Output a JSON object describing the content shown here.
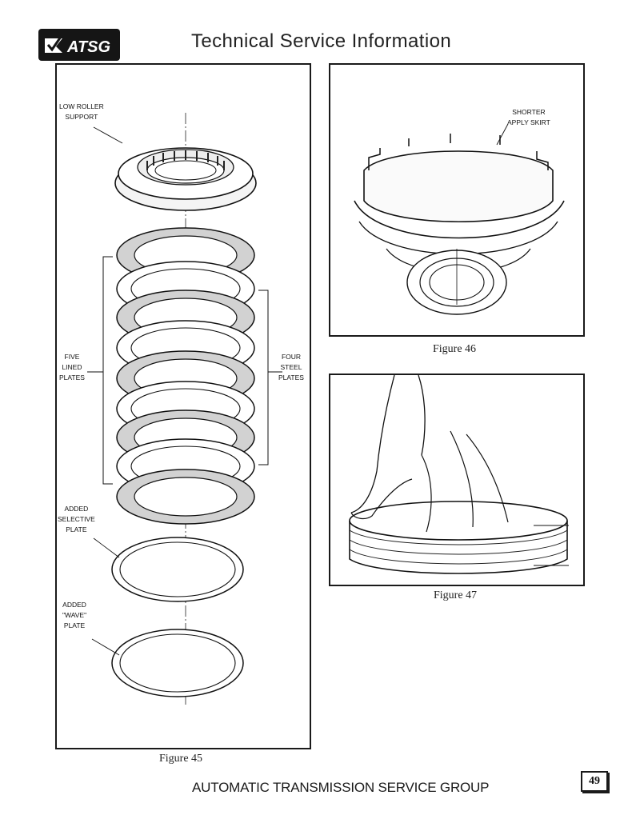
{
  "header": {
    "logo_text": "ATSG",
    "title": "Technical Service Information"
  },
  "figure45": {
    "caption": "Figure 45",
    "labels": {
      "low_roller_support": "LOW ROLLER\nSUPPORT",
      "five_lined_plates": "FIVE\nLINED\nPLATES",
      "four_steel_plates": "FOUR\nSTEEL\nPLATES",
      "added_selective_plate": "ADDED\nSELECTIVE\nPLATE",
      "added_wave_plate": "ADDED\n\"WAVE\"\nPLATE"
    }
  },
  "figure46": {
    "caption": "Figure 46",
    "labels": {
      "shorter_apply_skirt": "SHORTER\nAPPLY SKIRT"
    }
  },
  "figure47": {
    "caption": "Figure 47"
  },
  "footer": {
    "organization": "AUTOMATIC TRANSMISSION SERVICE GROUP",
    "page_number": "49"
  }
}
